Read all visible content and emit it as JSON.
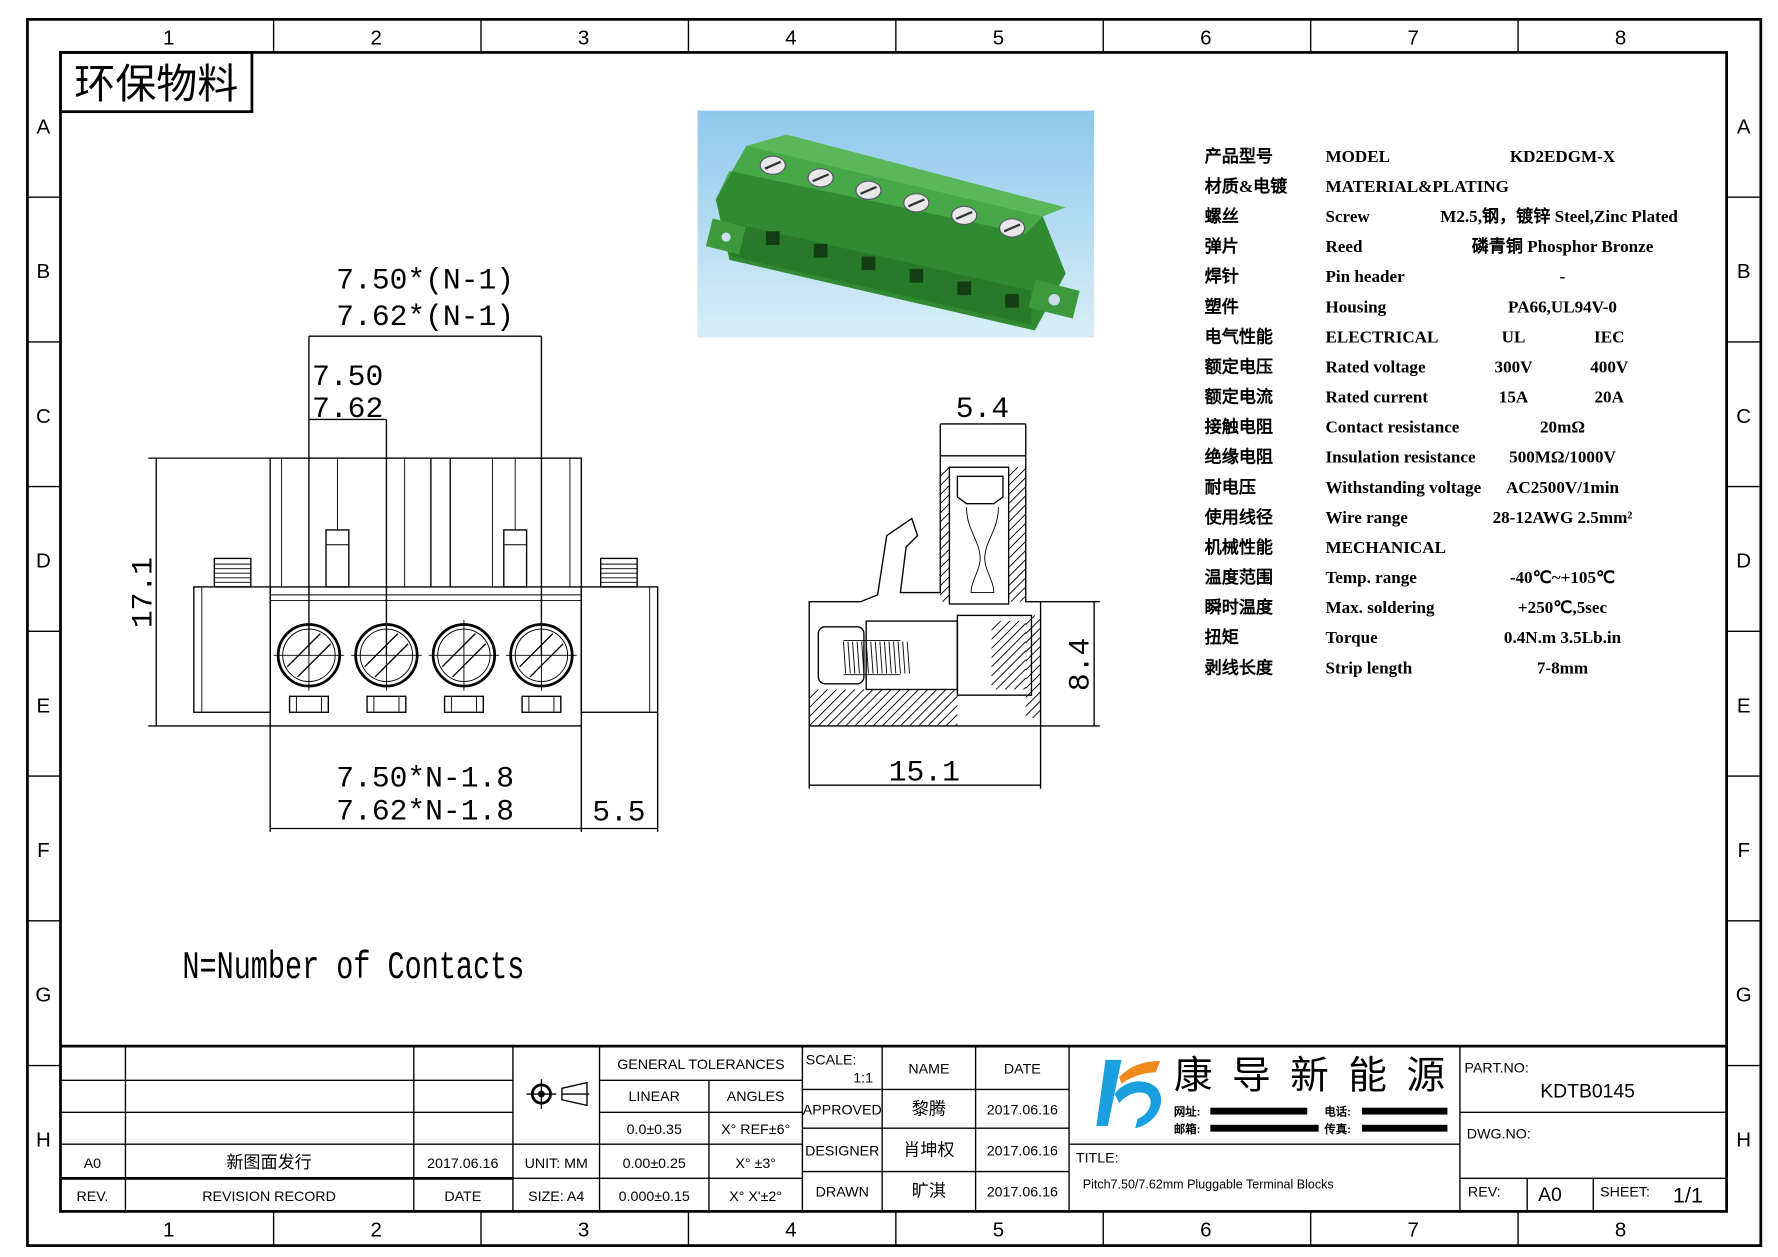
{
  "eco_label": "环保物料",
  "grid": {
    "columns": [
      "1",
      "2",
      "3",
      "4",
      "5",
      "6",
      "7",
      "8"
    ],
    "rows": [
      "A",
      "B",
      "C",
      "D",
      "E",
      "F",
      "G",
      "H"
    ]
  },
  "front_view": {
    "dim_pitch_total_750": "7.50*(N-1)",
    "dim_pitch_total_762": "7.62*(N-1)",
    "dim_pitch_750": "7.50",
    "dim_pitch_762": "7.62",
    "dim_height": "17.1",
    "dim_length_750": "7.50*N-1.8",
    "dim_length_762": "7.62*N-1.8",
    "dim_flange": "5.5",
    "contacts_shown": 4
  },
  "side_view": {
    "dim_top": "5.4",
    "dim_height": "8.4",
    "dim_width": "15.1"
  },
  "note": "N=Number of Contacts",
  "colors": {
    "housing_green": "#3a9a3a",
    "photo_bg": "#a9d6ee",
    "logo_blue": "#1aa0e0",
    "logo_orange": "#f08a1c"
  },
  "specs": [
    {
      "cn": "产品型号",
      "en": "MODEL",
      "value": "KD2EDGM-X"
    },
    {
      "cn": "材质&电镀",
      "en": "MATERIAL&PLATING",
      "value": ""
    },
    {
      "cn": "螺丝",
      "en": "Screw",
      "value": "M2.5,钢，镀锌 Steel,Zinc Plated"
    },
    {
      "cn": "弹片",
      "en": "Reed",
      "value": "磷青铜 Phosphor Bronze"
    },
    {
      "cn": "焊针",
      "en": "Pin header",
      "value": "-"
    },
    {
      "cn": "塑件",
      "en": "Housing",
      "value": "PA66,UL94V-0"
    },
    {
      "cn": "电气性能",
      "en": "ELECTRICAL",
      "ul": "UL",
      "iec": "IEC"
    },
    {
      "cn": "额定电压",
      "en": "Rated voltage",
      "ul": "300V",
      "iec": "400V"
    },
    {
      "cn": "额定电流",
      "en": "Rated current",
      "ul": "15A",
      "iec": "20A"
    },
    {
      "cn": "接触电阻",
      "en": "Contact resistance",
      "value": "20mΩ"
    },
    {
      "cn": "绝缘电阻",
      "en": "Insulation resistance",
      "value": "500MΩ/1000V"
    },
    {
      "cn": "耐电压",
      "en": "Withstanding voltage",
      "value": "AC2500V/1min"
    },
    {
      "cn": "使用线径",
      "en": "Wire range",
      "value": "28-12AWG 2.5mm²"
    },
    {
      "cn": "机械性能",
      "en": "MECHANICAL",
      "value": ""
    },
    {
      "cn": "温度范围",
      "en": "Temp. range",
      "value": "-40℃~+105℃"
    },
    {
      "cn": "瞬时温度",
      "en": "Max. soldering",
      "value": "+250℃,5sec"
    },
    {
      "cn": "扭矩",
      "en": "Torque",
      "value": "0.4N.m 3.5Lb.in"
    },
    {
      "cn": "剥线长度",
      "en": "Strip length",
      "value": "7-8mm"
    }
  ],
  "title_block": {
    "revision": {
      "rev": "A0",
      "record": "新图面发行",
      "date": "2017.06.16"
    },
    "revision_header": {
      "rev": "REV.",
      "record": "REVISION RECORD",
      "date": "DATE"
    },
    "unit": "UNIT: MM",
    "size": "SIZE: A4",
    "general_tolerances": "GENERAL TOLERANCES",
    "linear": "LINEAR",
    "angles": "ANGLES",
    "tol_linear": [
      "0.0±0.35",
      "0.00±0.25",
      "0.000±0.15"
    ],
    "tol_angles": [
      "X° REF±6°",
      "X° ±3°",
      "X° X'±2°"
    ],
    "scale_label": "SCALE:",
    "scale_value": "1:1",
    "name_header": "NAME",
    "date_header": "DATE",
    "approvals": [
      {
        "role": "APPROVED",
        "name": "黎腾",
        "date": "2017.06.16"
      },
      {
        "role": "DESIGNER",
        "name": "肖坤权",
        "date": "2017.06.16"
      },
      {
        "role": "DRAWN",
        "name": "旷淇",
        "date": "2017.06.16"
      }
    ],
    "company": "康导新能源",
    "contact_labels": [
      "网址:",
      "电话:",
      "邮箱:",
      "传真:"
    ],
    "title_label": "TITLE:",
    "title": "Pitch7.50/7.62mm Pluggable Terminal Blocks",
    "part_no_label": "PART.NO:",
    "part_no": "KDTB0145",
    "dwg_no_label": "DWG.NO:",
    "rev_label": "REV:",
    "rev_value": "A0",
    "sheet_label": "SHEET:",
    "sheet_value": "1/1"
  }
}
